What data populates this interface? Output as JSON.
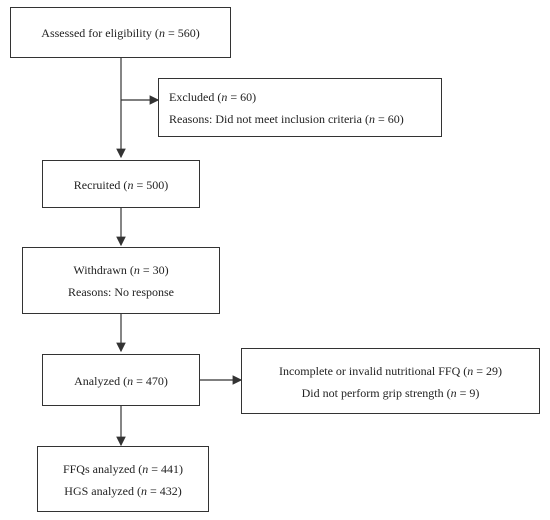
{
  "boxes": {
    "assessed": {
      "label": "Assessed for eligibility (",
      "n": "n",
      "eq": " = 560)"
    },
    "excluded": {
      "line1": {
        "label": "Excluded (",
        "n": "n",
        "eq": " = 60)"
      },
      "line2": {
        "label": "Reasons: Did not meet inclusion criteria (",
        "n": "n",
        "eq": " = 60)"
      }
    },
    "recruited": {
      "label": "Recruited (",
      "n": "n",
      "eq": " = 500)"
    },
    "withdrawn": {
      "line1": {
        "label": "Withdrawn (",
        "n": "n",
        "eq": " = 30)"
      },
      "line2": {
        "text": "Reasons: No response"
      }
    },
    "analyzed": {
      "label": "Analyzed (",
      "n": "n",
      "eq": " = 470)"
    },
    "incomplete": {
      "line1": {
        "label": "Incomplete or invalid nutritional FFQ (",
        "n": "n",
        "eq": " = 29)"
      },
      "line2": {
        "label": "Did not perform grip strength (",
        "n": "n",
        "eq": " = 9)"
      }
    },
    "final": {
      "line1": {
        "label": "FFQs analyzed (",
        "n": "n",
        "eq": " = 441)"
      },
      "line2": {
        "label": "HGS analyzed (",
        "n": "n",
        "eq": " = 432)"
      }
    }
  }
}
